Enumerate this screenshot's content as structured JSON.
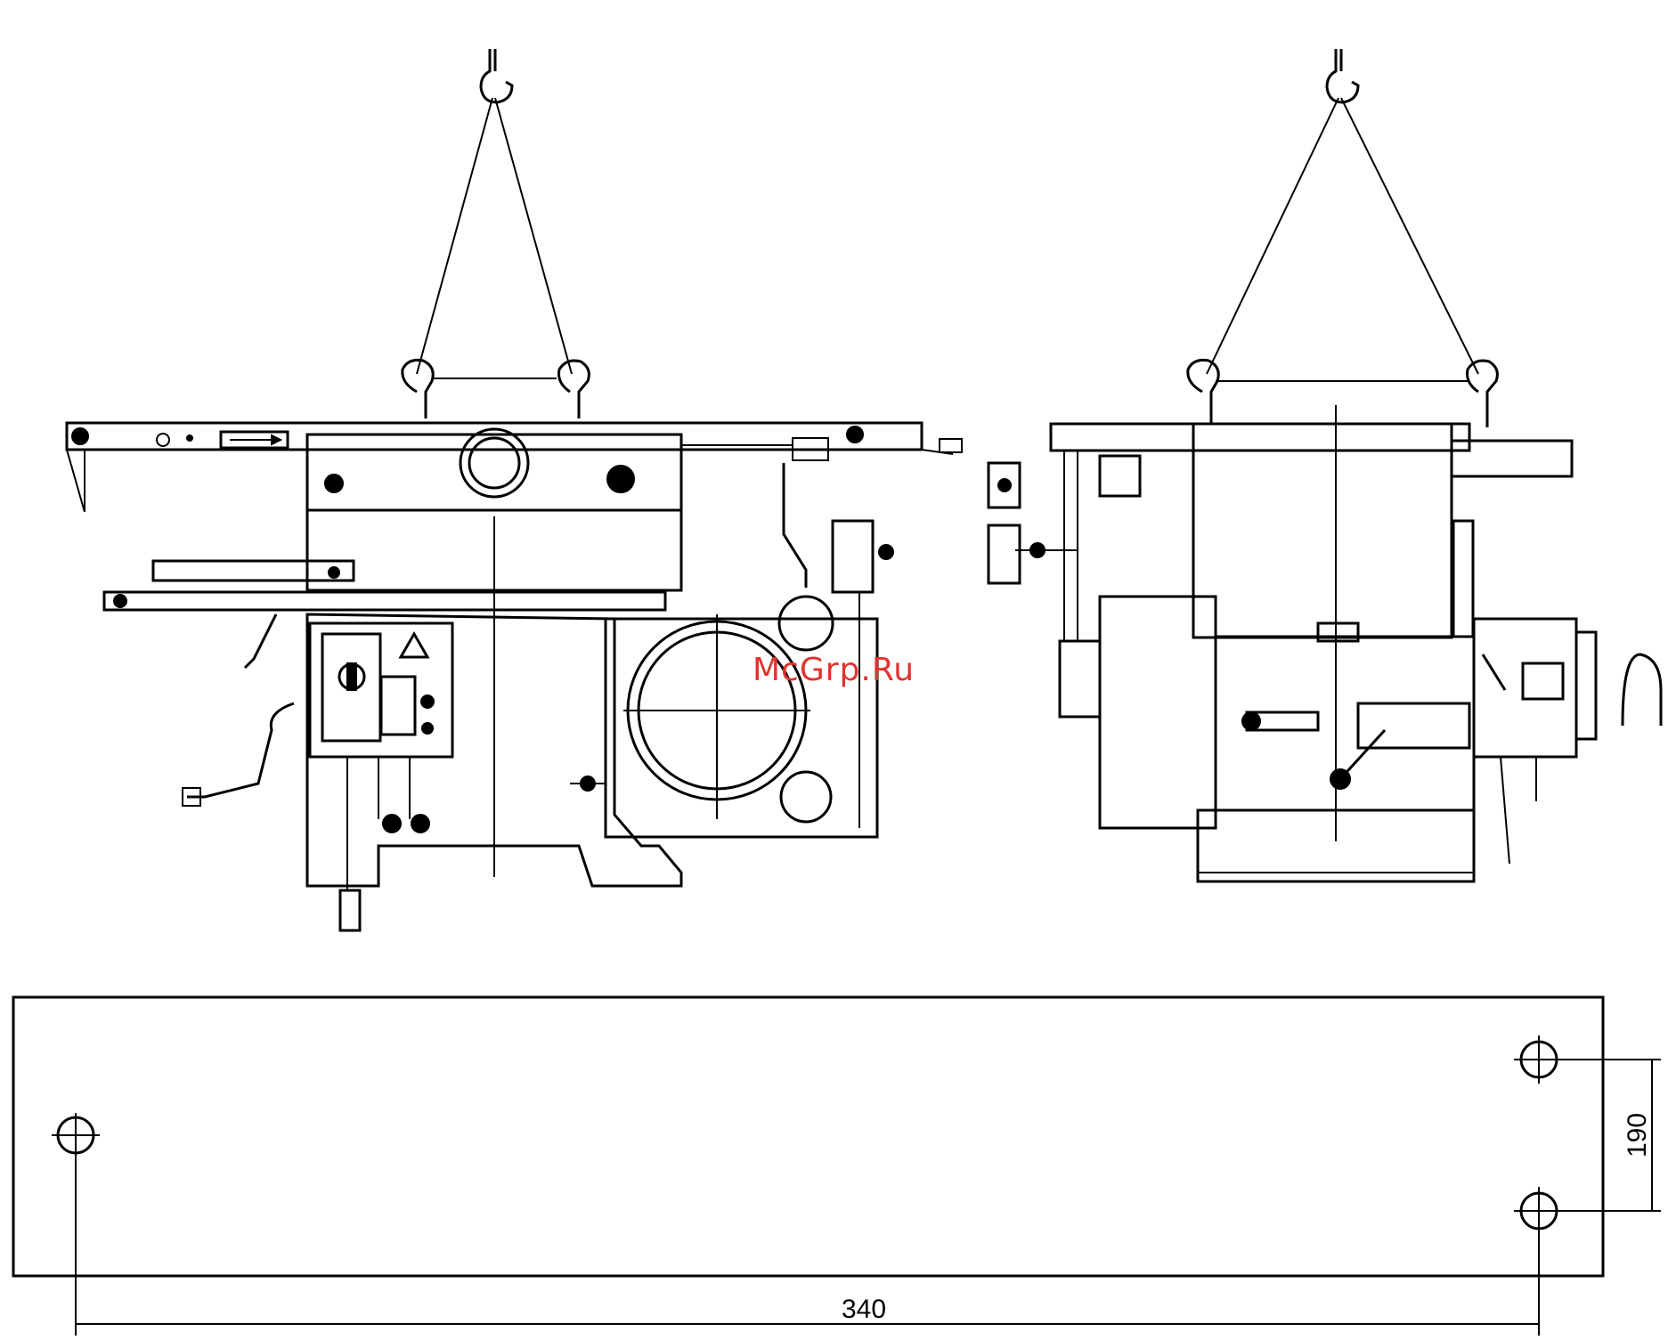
{
  "watermark": "McGrp.Ru",
  "dimensions": {
    "horizontal_label": "340",
    "vertical_label": "190"
  },
  "colors": {
    "line": "#000000",
    "watermark": "#e0342f",
    "background": "#ffffff"
  }
}
